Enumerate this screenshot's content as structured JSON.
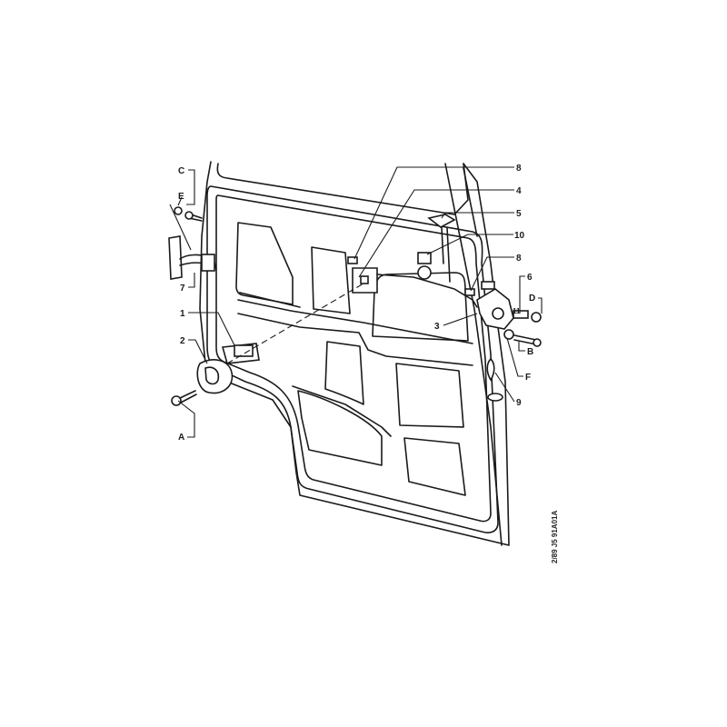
{
  "diagram": {
    "callouts": {
      "C": "C",
      "E": "E",
      "n7": "7",
      "n1": "1",
      "n2": "2",
      "A": "A",
      "n8a": "8",
      "n4": "4",
      "n5": "5",
      "n10": "10",
      "n8b": "8",
      "n6": "6",
      "D": "D",
      "n3": "3",
      "n11": "11",
      "B": "B",
      "F": "F",
      "n9": "9"
    },
    "reference_code": "2/89  J5  91A01A"
  }
}
